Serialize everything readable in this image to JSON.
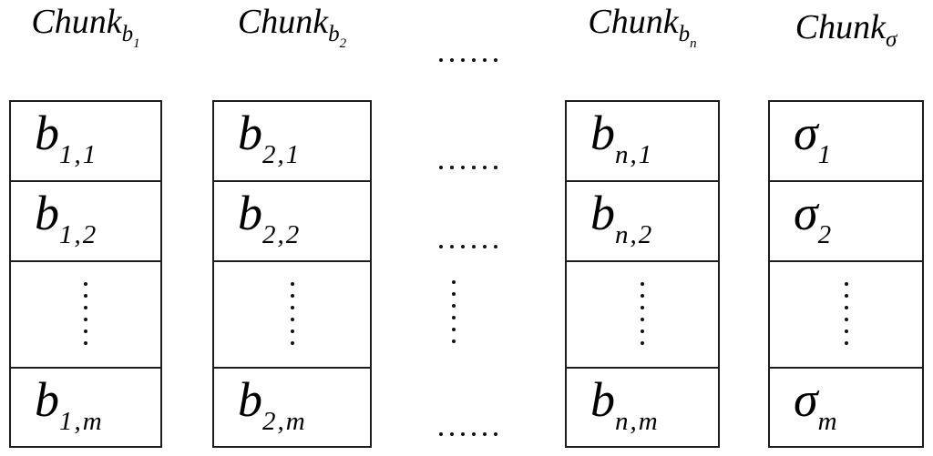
{
  "diagram": {
    "background_color": "#ffffff",
    "border_color": "#1c1c1c",
    "text_color": "#000000",
    "columns": [
      {
        "header": {
          "base": "Chunk",
          "sub": "b",
          "sub_index": "1"
        },
        "cells": [
          {
            "main": "b",
            "sub": "1,1"
          },
          {
            "main": "b",
            "sub": "1,2"
          },
          {
            "dots": 6
          },
          {
            "main": "b",
            "sub": "1,m"
          }
        ]
      },
      {
        "header": {
          "base": "Chunk",
          "sub": "b",
          "sub_index": "2"
        },
        "cells": [
          {
            "main": "b",
            "sub": "2,1"
          },
          {
            "main": "b",
            "sub": "2,2"
          },
          {
            "dots": 6
          },
          {
            "main": "b",
            "sub": "2,m"
          }
        ]
      },
      {
        "header": {
          "base": "Chunk",
          "sub": "b",
          "sub_index": "n"
        },
        "cells": [
          {
            "main": "b",
            "sub": "n,1"
          },
          {
            "main": "b",
            "sub": "n,2"
          },
          {
            "dots": 6
          },
          {
            "main": "b",
            "sub": "n,m"
          }
        ]
      },
      {
        "header": {
          "base": "Chunk",
          "sub": "σ",
          "sub_index": ""
        },
        "cells": [
          {
            "main": "σ",
            "sub": "1"
          },
          {
            "main": "σ",
            "sub": "2"
          },
          {
            "dots": 6
          },
          {
            "main": "σ",
            "sub": "m"
          }
        ]
      }
    ],
    "gap_ellipses": {
      "header_level_dots": 6,
      "row1_level_dots": 6,
      "row2_level_dots": 6,
      "vertical_dots": 6,
      "bottom_level_dots": 6
    }
  }
}
